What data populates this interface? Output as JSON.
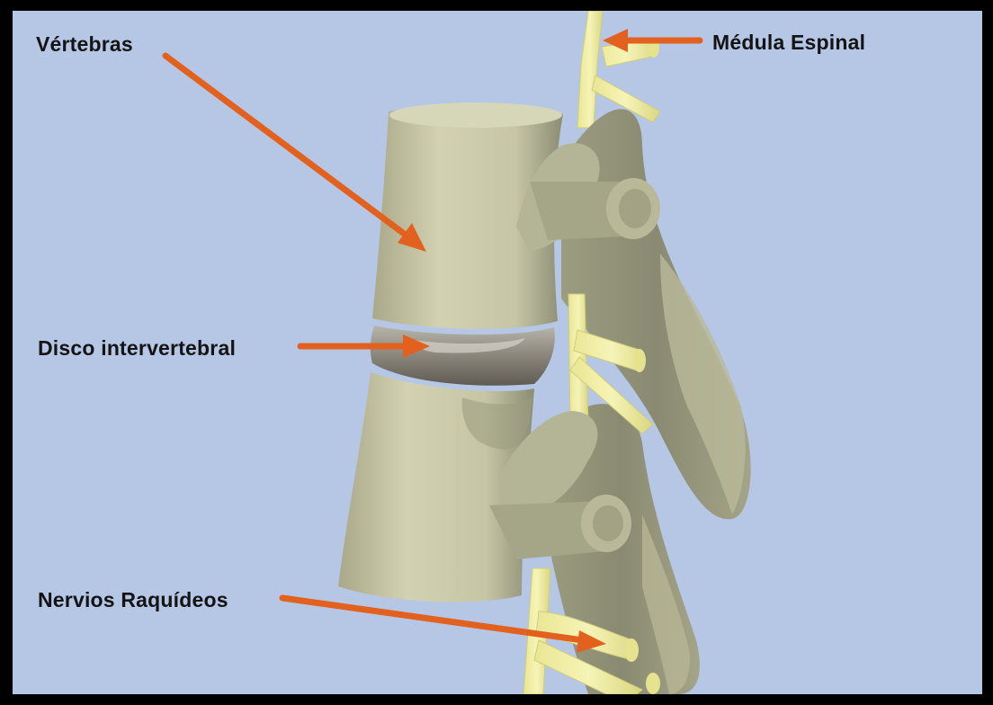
{
  "labels": {
    "vertebras": "Vértebras",
    "medula": "Médula Espinal",
    "disco": "Disco intervertebral",
    "nervios": "Nervios Raquídeos"
  },
  "colors": {
    "background": "#b6c7e6",
    "frame": "#000000",
    "bone": "#cfcfae",
    "bone_shadow": "#8f8f78",
    "nerve": "#f2f0a8",
    "disc": "#8e8a80",
    "arrow": "#e2611f"
  }
}
